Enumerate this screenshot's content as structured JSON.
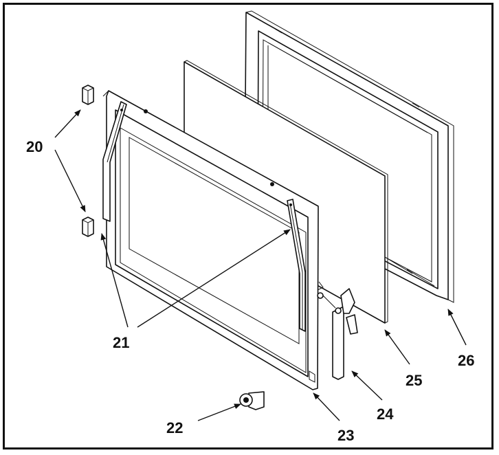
{
  "diagram": {
    "callouts": [
      {
        "id": "c20",
        "text": "20"
      },
      {
        "id": "c21",
        "text": "21"
      },
      {
        "id": "c22",
        "text": "22"
      },
      {
        "id": "c23",
        "text": "23"
      },
      {
        "id": "c24",
        "text": "24"
      },
      {
        "id": "c25",
        "text": "25"
      },
      {
        "id": "c26",
        "text": "26"
      }
    ]
  }
}
